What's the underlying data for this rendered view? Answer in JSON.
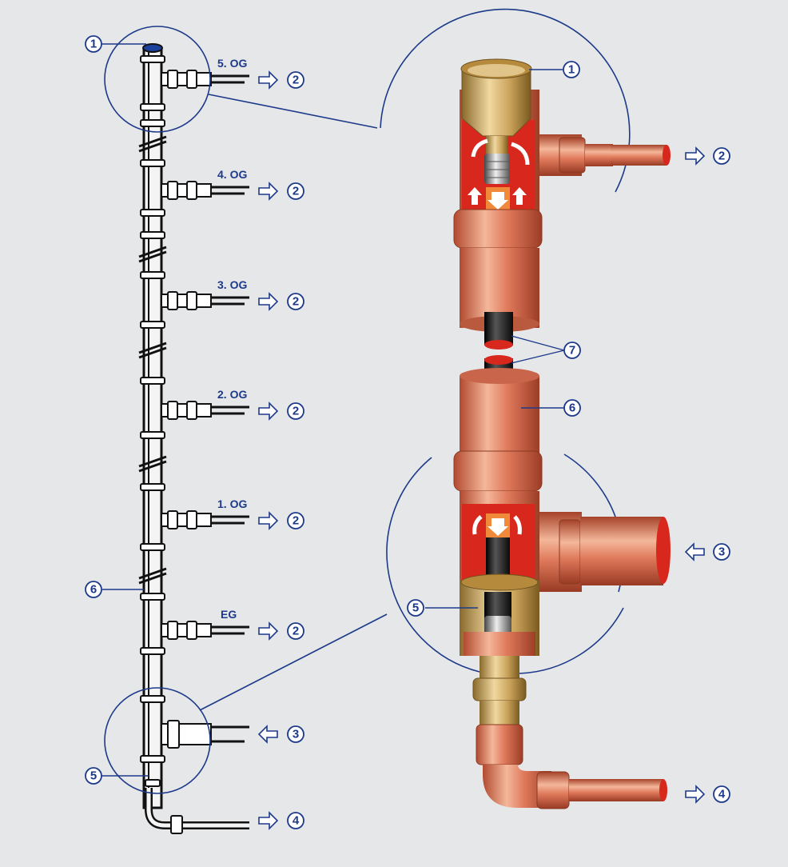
{
  "floors": [
    "5. OG",
    "4. OG",
    "3. OG",
    "2. OG",
    "1. OG",
    "EG"
  ],
  "callouts": {
    "n1": "1",
    "n2": "2",
    "n3": "3",
    "n4": "4",
    "n5": "5",
    "n6": "6",
    "n7": "7"
  },
  "colors": {
    "background": "#e6e7e9",
    "label_blue": "#1d3a8a",
    "copper": "#d9745a",
    "brass": "#c9a25a",
    "cutaway_red": "#d8281e",
    "pipe_black": "#1a1a1a"
  }
}
